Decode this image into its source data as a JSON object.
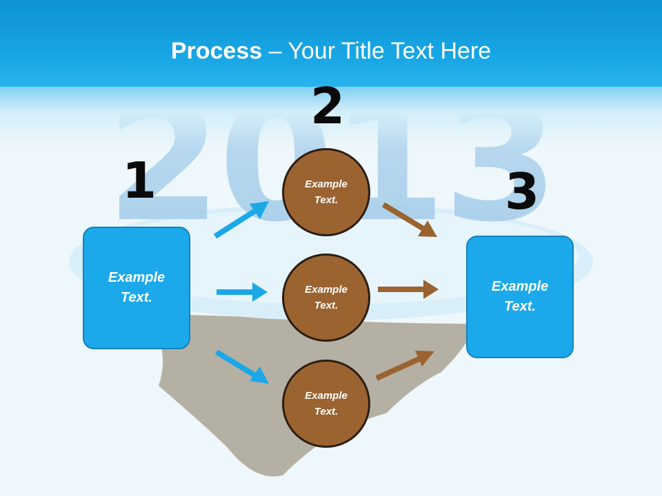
{
  "title": {
    "bold": "Process",
    "rest": " – Your Title Text Here"
  },
  "steps": {
    "one": {
      "number": "1",
      "text_line1": "Example",
      "text_line2": "Text."
    },
    "two": {
      "number": "2",
      "circles": [
        {
          "text_line1": "Example",
          "text_line2": "Text."
        },
        {
          "text_line1": "Example",
          "text_line2": "Text."
        },
        {
          "text_line1": "Example",
          "text_line2": "Text."
        }
      ]
    },
    "three": {
      "number": "3",
      "text_line1": "Example",
      "text_line2": "Text."
    }
  },
  "colors": {
    "header": "#1aa8e6",
    "box_fill": "#1ba9eb",
    "circle_fill": "#9a6330",
    "blue_arrow": "#1aa8e6",
    "brown_arrow": "#9a6330"
  }
}
